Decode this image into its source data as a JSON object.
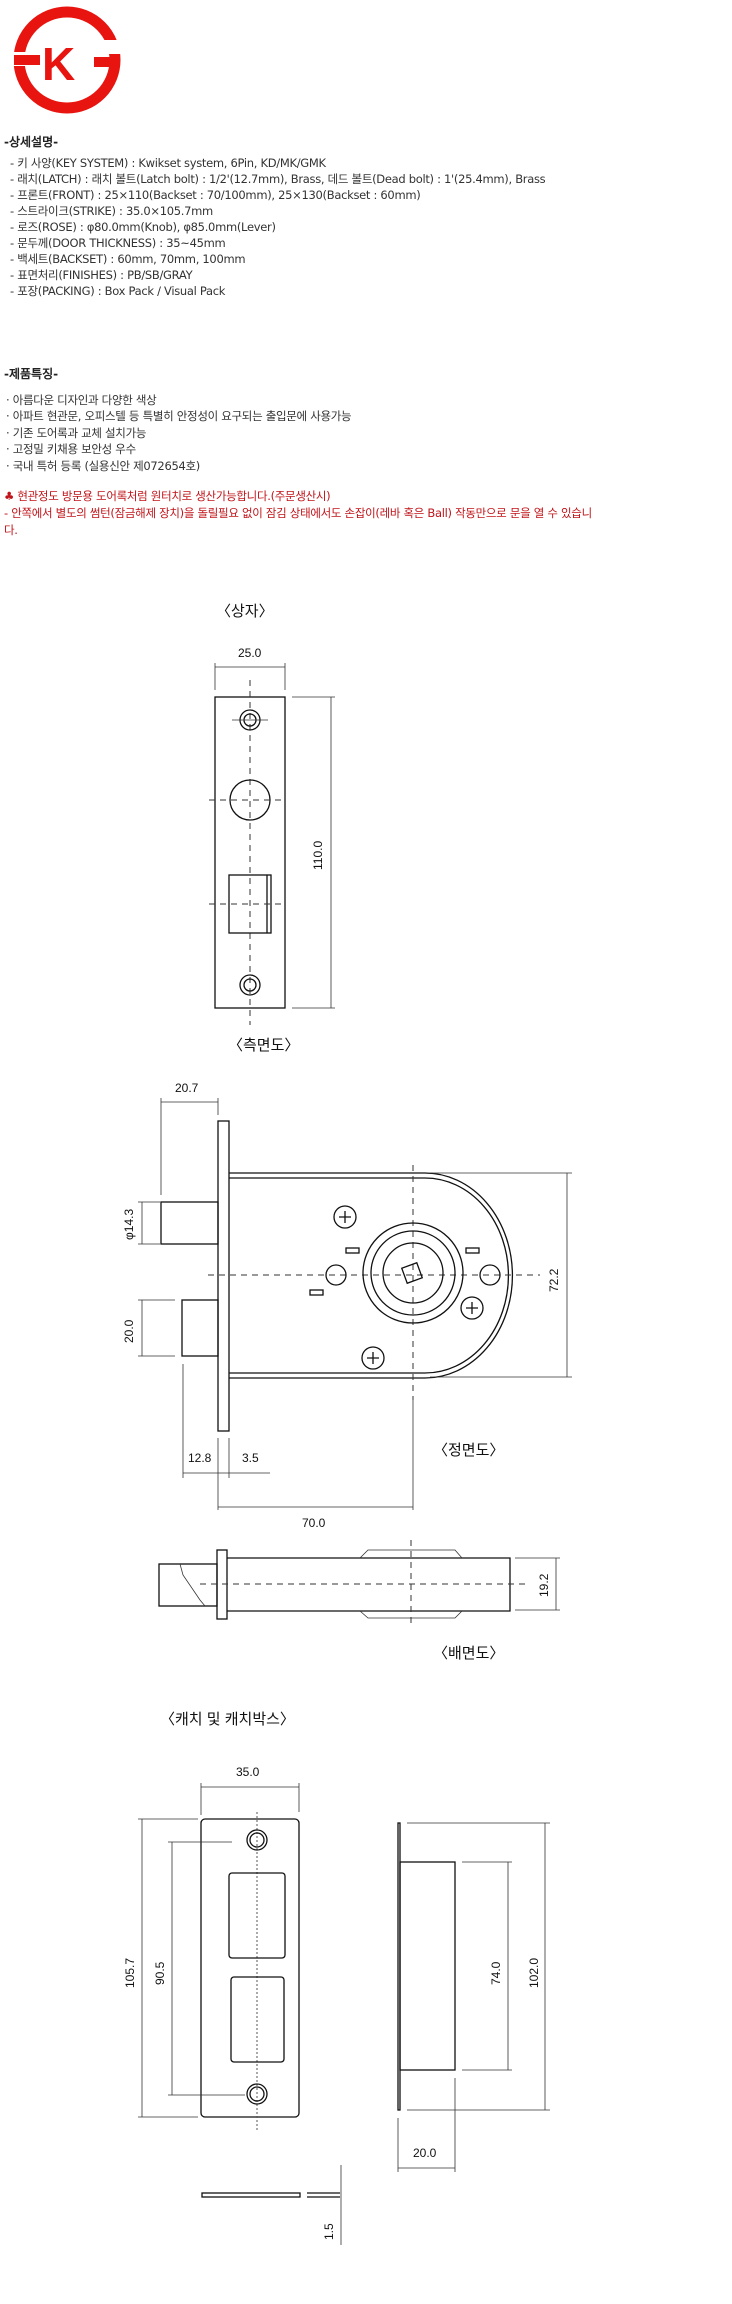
{
  "logo": {
    "text": "KG",
    "color": "#e8140f"
  },
  "specs": {
    "heading": "-상세설명-",
    "items": [
      "- 키 사양(KEY SYSTEM) : Kwikset system, 6Pin, KD/MK/GMK",
      "- 래치(LATCH) : 래치 볼트(Latch bolt) : 1/2'(12.7mm), Brass, 데드 볼트(Dead bolt) : 1'(25.4mm), Brass",
      "- 프론트(FRONT) : 25×110(Backset : 70/100mm), 25×130(Backset : 60mm)",
      "- 스트라이크(STRIKE) : 35.0×105.7mm",
      "- 로즈(ROSE) : φ80.0mm(Knob), φ85.0mm(Lever)",
      "- 문두께(DOOR THICKNESS) : 35~45mm",
      "- 백세트(BACKSET) : 60mm, 70mm, 100mm",
      "- 표면처리(FINISHES) : PB/SB/GRAY",
      "- 포장(PACKING) : Box Pack / Visual Pack"
    ]
  },
  "features": {
    "heading": "-제품특징-",
    "items": [
      "· 아름다운 디자인과 다양한 색상",
      "· 아파트 현관문, 오피스텔 등 특별히 안정성이 요구되는 출입문에 사용가능",
      "· 기존 도어록과 교체 설치가능",
      "· 고정밀 키채용 보안성 우수",
      "· 국내 특허 등록 (실용신안 제072654호)"
    ]
  },
  "notice": {
    "line1": "♣ 현관정도 방문용 도어록처럼 원터치로 생산가능합니다.(주문생산시)",
    "line2": "- 안쪽에서 별도의 썸턴(잠금해제 장치)을 돌릴필요 없이 잠김 상태에서도 손잡이(레바 혹은 Ball) 작동만으로 문을 열 수 있습니",
    "line3": "다.",
    "color": "#c0141a"
  },
  "drawings": {
    "side": {
      "title": "〈상자〉",
      "width": "25.0",
      "height": "110.0",
      "caption": "〈측면도〉"
    },
    "front": {
      "bolt_proj": "20.7",
      "latch_dia": "φ14.3",
      "dead_height": "20.0",
      "height": "72.2",
      "d1": "12.8",
      "d2": "3.5",
      "backset": "70.0",
      "caption": "〈정면도〉"
    },
    "back": {
      "height": "19.2",
      "caption": "〈배면도〉"
    },
    "catch": {
      "title": "〈캐치 및 캐치박스〉",
      "width": "35.0",
      "hole_pitch": "90.5",
      "height": "105.7",
      "box_height": "74.0",
      "box_total": "102.0",
      "box_depth": "20.0",
      "thickness": "1.5"
    }
  }
}
